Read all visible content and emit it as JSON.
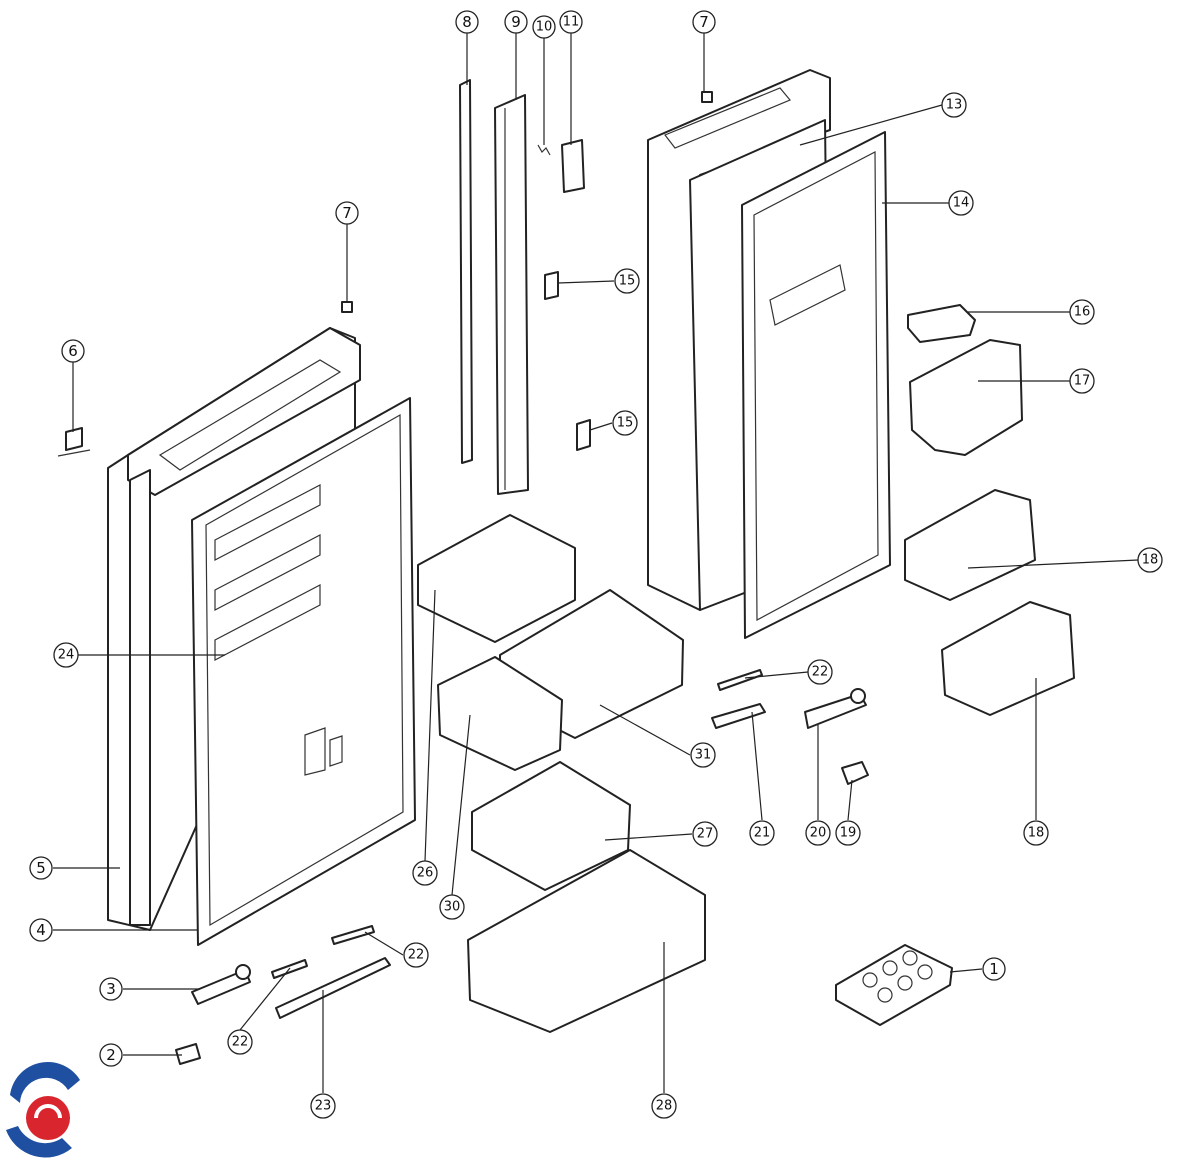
{
  "diagram": {
    "callouts": [
      "1",
      "2",
      "3",
      "4",
      "5",
      "6",
      "7",
      "8",
      "9",
      "10",
      "11",
      "13",
      "14",
      "15",
      "16",
      "17",
      "18",
      "19",
      "20",
      "21",
      "22",
      "23",
      "24",
      "26",
      "27",
      "28",
      "30",
      "31"
    ],
    "logo_colors": {
      "blue": "#1f4fa0",
      "red": "#d9262e"
    }
  }
}
